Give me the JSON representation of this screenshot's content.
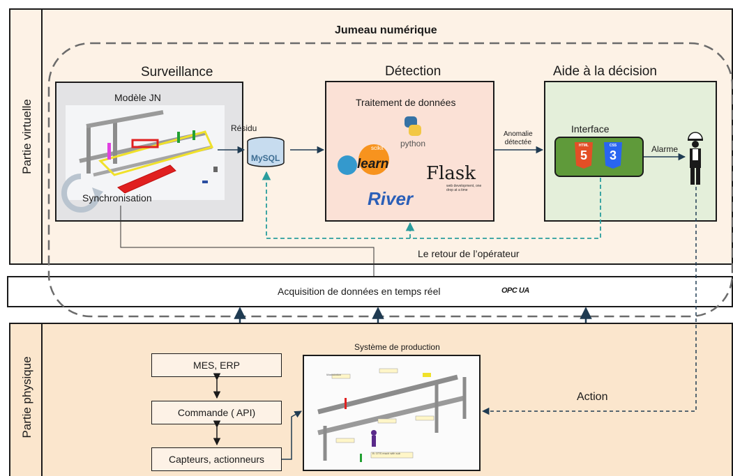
{
  "header": {
    "title": "Jumeau numérique"
  },
  "bands": {
    "virtual_label": "Partie virtuelle",
    "physical_label": "Partie physique",
    "acquisition_label": "Acquisition de données en temps réel",
    "opcua_logo": "OPC UA"
  },
  "surveillance": {
    "title": "Surveillance",
    "model_label": "Modèle JN",
    "residu_label": "Résidu",
    "sync_label": "Synchronisation",
    "db_logo": "MySQL"
  },
  "detection": {
    "title": "Détection",
    "subtitle": "Traitement de données",
    "logos": {
      "python": "python",
      "sklearn_small": "scikit",
      "sklearn": "learn",
      "flask": "Flask",
      "flask_tag": "web development, one drop at a time",
      "river": "River"
    }
  },
  "decision": {
    "title": "Aide à la décision",
    "interface_label": "Interface",
    "html_badge": "HTML",
    "css_badge": "CSS",
    "html_num": "5",
    "css_num": "3",
    "alarm_label": "Alarme"
  },
  "arrows": {
    "anomaly_line1": "Anomalie",
    "anomaly_line2": "détectée",
    "feedback_label": "Le retour de l’opérateur",
    "action_label": "Action"
  },
  "physical": {
    "mes": "MES, ERP",
    "commande": "Commande ( API)",
    "capteurs": "Capteurs, actionneurs",
    "production_title": "Système de production",
    "workstation_tag": "Workstation",
    "legend_tag": "B: OTS reach with sub"
  },
  "colors": {
    "virtual_bg": "#fdf2e6",
    "physical_bg": "#fbe6cd",
    "surveillance_bg": "#e3e3e5",
    "detection_bg": "#fbe1d6",
    "decision_bg": "#e4efda",
    "teal_dash": "#2a9d9d",
    "arrow_dark": "#1f3b52"
  }
}
